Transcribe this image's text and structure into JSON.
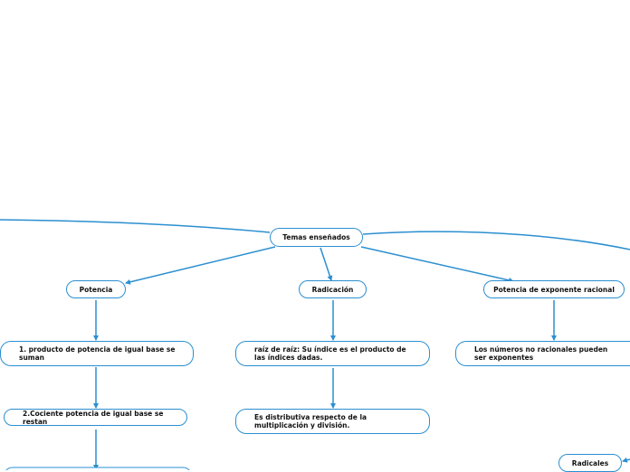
{
  "colors": {
    "edge": "#2b8fd0",
    "node_border": "#2b8fd0",
    "text": "#111111"
  },
  "nodes": {
    "root": "Temas enseñados",
    "potencia": "Potencia",
    "radicacion": "Radicación",
    "exponente_racional": "Potencia de exponente racional",
    "producto_igual_base": "1. producto de potencia de igual base se suman",
    "cociente_igual_base": "2.Cociente potencia de igual base se restan",
    "raiz_de_raiz": "raíz de raíz: Su índice es el producto de las índices dadas.",
    "distributiva": "Es distributiva respecto de la multiplicación y división.",
    "no_racionales": "Los números no racionales pueden ser exponentes",
    "radicales": "Radicales"
  }
}
